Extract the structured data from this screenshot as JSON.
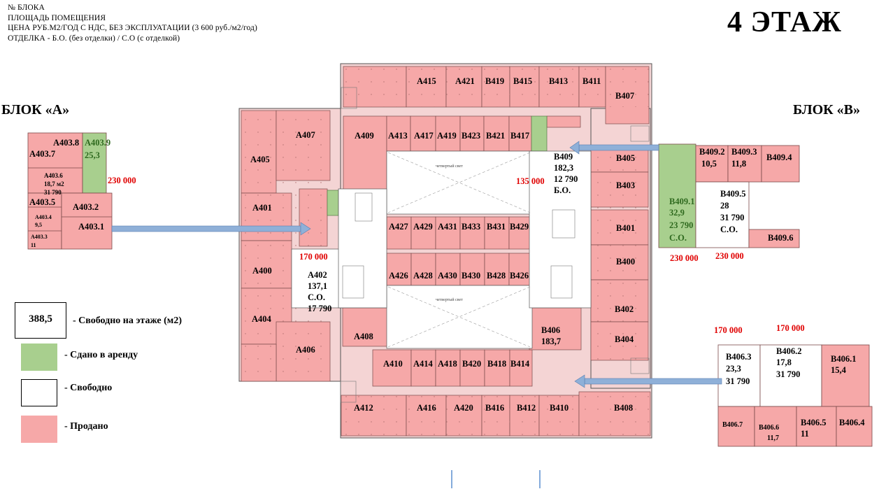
{
  "header": {
    "legend_lines": [
      "№ БЛОКА",
      "ПЛОЩАДЬ ПОМЕЩЕНИЯ",
      "ЦЕНА РУБ.М2/ГОД С НДС, БЕЗ ЭКСПЛУАТАЦИИ  (3 600 руб./м2/год)",
      "ОТДЕЛКА - Б.О. (без отделки) / С.О (с отделкой)"
    ],
    "floor_title": "4 ЭТАЖ"
  },
  "blocks": {
    "left_title": "БЛОК «А»",
    "right_title": "БЛОК «В»"
  },
  "prices": {
    "a_detail": "230 000",
    "a402": "170 000",
    "b409": "135 000",
    "b409_left": "230 000",
    "b409_right": "230 000",
    "b406_left": "170 000",
    "b406_right": "170 000"
  },
  "colors": {
    "sold": "#f6a8a8",
    "rented": "#a8cf8e",
    "free": "#ffffff",
    "red_text": "#e00000",
    "arrow": "#8fb0d8"
  },
  "legend": {
    "free_total": "388,5",
    "free_total_label": "- Свободно на этаже (м2)",
    "rented_label": "- Сдано в аренду",
    "free_label": "- Свободно",
    "sold_label": "- Продано"
  },
  "plan_labels": {
    "light_top": "четвертый свет",
    "light_bottom": "четвертый свет"
  },
  "rooms": {
    "top_row": [
      "A415",
      "A421",
      "B419",
      "B415",
      "B413",
      "B411",
      "B407"
    ],
    "second_row": [
      "A409",
      "A413",
      "A417",
      "A419",
      "B423",
      "B421",
      "B417"
    ],
    "middle_row_top": [
      "A427",
      "A429",
      "A431",
      "B433",
      "B431",
      "B429"
    ],
    "middle_row_bottom": [
      "A426",
      "A428",
      "A430",
      "B430",
      "B428",
      "B426"
    ],
    "bottom_inner_row": [
      "A410",
      "A414",
      "A418",
      "B420",
      "B418",
      "B414"
    ],
    "bottom_row": [
      "A412",
      "A416",
      "A420",
      "B416",
      "B412",
      "B410",
      "B408"
    ],
    "left_column": [
      "A407",
      "A405",
      "A401",
      "A400",
      "A404",
      "A406",
      "A408"
    ],
    "right_column": [
      "B405",
      "B403",
      "B401",
      "B400",
      "B402",
      "B404"
    ],
    "a402": {
      "name": "A402",
      "area": "137,1",
      "finish": "С.О.",
      "price": "17 790"
    },
    "b409": {
      "name": "B409",
      "area": "182,3",
      "price": "12 790",
      "finish": "Б.О."
    },
    "b406": {
      "name": "B406",
      "area": "183,7"
    }
  },
  "detail_a": {
    "a403_8": "A403.8",
    "a403_9": "A403.9",
    "a403_9_area": "25,3",
    "a403_7": "A403.7",
    "a403_6": "A403.6",
    "a403_6_area": "18,7 м2",
    "a403_6_price": "31 790",
    "a403_5": "A403.5",
    "a403_4": "A403.4",
    "a403_4_area": "9,5",
    "a403_3": "A403.3",
    "a403_3_area": "11",
    "a403_2": "A403.2",
    "a403_1": "A403.1"
  },
  "detail_b409": {
    "b409_2": "B409.2",
    "b409_2_area": "10,5",
    "b409_3": "B409.3",
    "b409_3_area": "11,8",
    "b409_4": "B409.4",
    "b409_1": "B409.1",
    "b409_1_area": "32,9",
    "b409_1_price": "23 790",
    "b409_1_finish": "С.О.",
    "b409_5": "B409.5",
    "b409_5_area": "28",
    "b409_5_price": "31 790",
    "b409_5_finish": "С.О.",
    "b409_6": "B409.6"
  },
  "detail_b406": {
    "b406_3": "B406.3",
    "b406_3_area": "23,3",
    "b406_3_price": "31 790",
    "b406_2": "B406.2",
    "b406_2_area": "17,8",
    "b406_2_price": "31 790",
    "b406_1": "B406.1",
    "b406_1_area": "15,4",
    "b406_7": "B406.7",
    "b406_6": "B406.6",
    "b406_6_area": "11,7",
    "b406_5": "B406.5",
    "b406_5_area": "11",
    "b406_4": "B406.4"
  }
}
